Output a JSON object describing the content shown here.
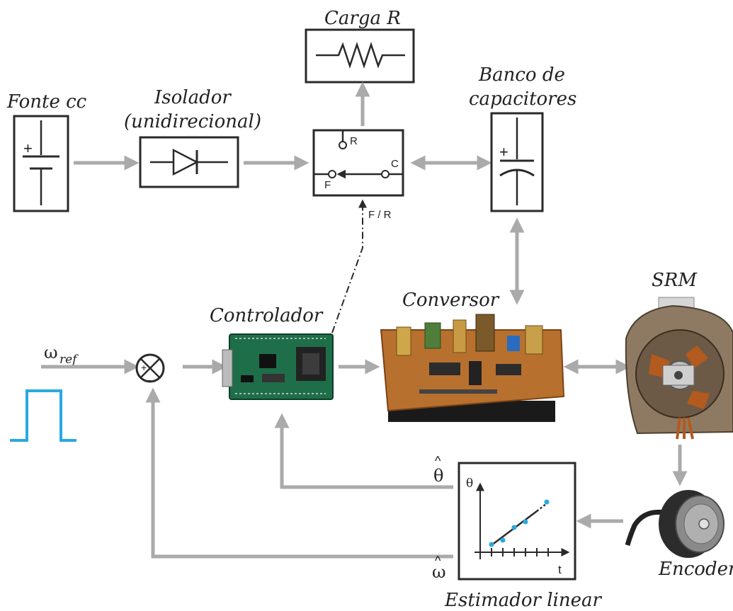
{
  "colors": {
    "arrow": "#aaaaaa",
    "line": "#2a2a2a",
    "pulse": "#29a9e0",
    "points": "#29a9e0"
  },
  "blocks": {
    "fonte": {
      "label": "Fonte cc",
      "plus": "+"
    },
    "isolador": {
      "label_line1": "Isolador",
      "label_line2": "(unidirecional)"
    },
    "carga": {
      "label": "Carga R"
    },
    "switch": {
      "r_label": "R",
      "c_label": "C",
      "f_label": "F",
      "control_label": "F / R"
    },
    "banco": {
      "label_line1": "Banco de",
      "label_line2": "capacitores",
      "plus": "+"
    },
    "conversor": {
      "label": "Conversor"
    },
    "controlador": {
      "label": "Controlador"
    },
    "srm": {
      "label": "SRM"
    },
    "encoder": {
      "label": "Encoder"
    },
    "estimador": {
      "label": "Estimador linear",
      "y_axis": "θ",
      "x_axis": "t"
    }
  },
  "signals": {
    "omega_ref": "ω",
    "omega_ref_sub": "ref",
    "sum_plus": "+",
    "sum_minus": "-",
    "theta_hat": "θ",
    "omega_hat": "ω",
    "hat": "^"
  }
}
